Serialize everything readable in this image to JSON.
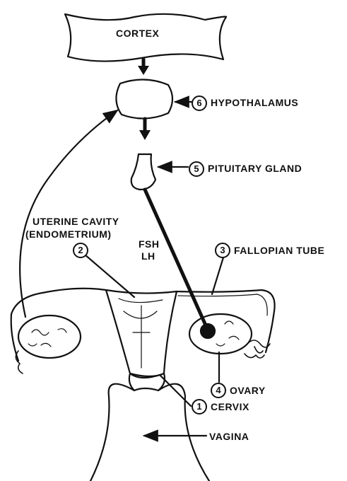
{
  "labels": {
    "cortex": "CORTEX",
    "hypothalamus": "HYPOTHALAMUS",
    "pituitary": "PITUITARY GLAND",
    "uterine_cavity_line1": "UTERINE CAVITY",
    "uterine_cavity_line2": "(ENDOMETRIUM)",
    "fsh": "FSH",
    "lh": "LH",
    "fallopian": "FALLOPIAN TUBE",
    "ovary": "OVARY",
    "cervix": "CERVIX",
    "vagina": "VAGINA"
  },
  "numbers": {
    "hypothalamus": "6",
    "pituitary": "5",
    "uterine_cavity": "2",
    "fallopian": "3",
    "ovary": "4",
    "cervix": "1"
  }
}
